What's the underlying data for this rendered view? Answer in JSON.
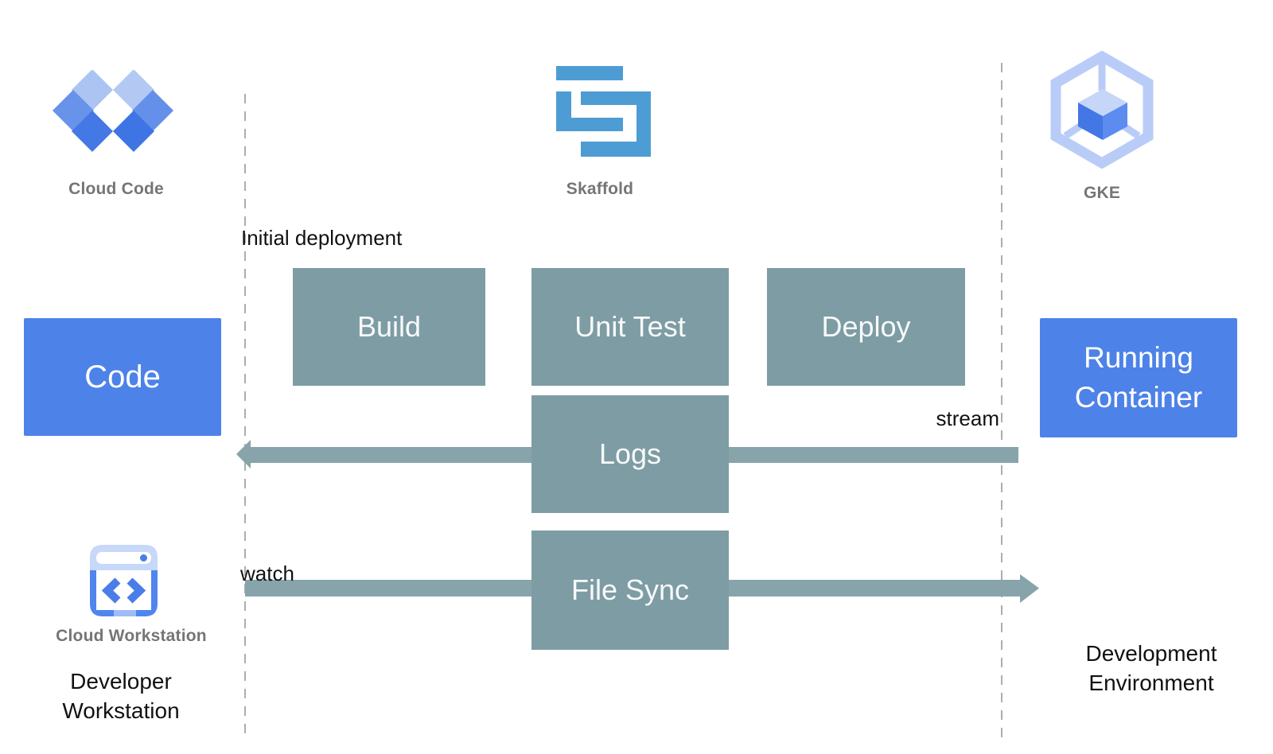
{
  "diagram": {
    "tools": [
      {
        "name": "cloud-code",
        "label": "Cloud Code"
      },
      {
        "name": "skaffold",
        "label": "Skaffold"
      },
      {
        "name": "gke",
        "label": "GKE"
      }
    ],
    "endpoints": {
      "code": {
        "label": "Code"
      },
      "running_container": {
        "label": "Running Container"
      }
    },
    "pipeline": {
      "annotation": "Initial deployment",
      "stages": [
        "Build",
        "Unit Test",
        "Deploy"
      ]
    },
    "flows": [
      {
        "label": "Logs",
        "annotation": "stream",
        "direction": "left"
      },
      {
        "label": "File Sync",
        "annotation": "watch",
        "direction": "right"
      }
    ],
    "workstation": {
      "icon_label": "Cloud Workstation",
      "caption": "Developer Workstation"
    },
    "environment_caption": "Development Environment"
  },
  "colors": {
    "accent_blue": "#4d82e8",
    "process_teal": "#7e9ca4",
    "arrow_teal": "#87a4ab",
    "skaffold_blue": "#4e9cd4",
    "gke_light_blue": "#b9ccf8",
    "label_gray": "#757575",
    "divider_gray": "#adadad"
  }
}
